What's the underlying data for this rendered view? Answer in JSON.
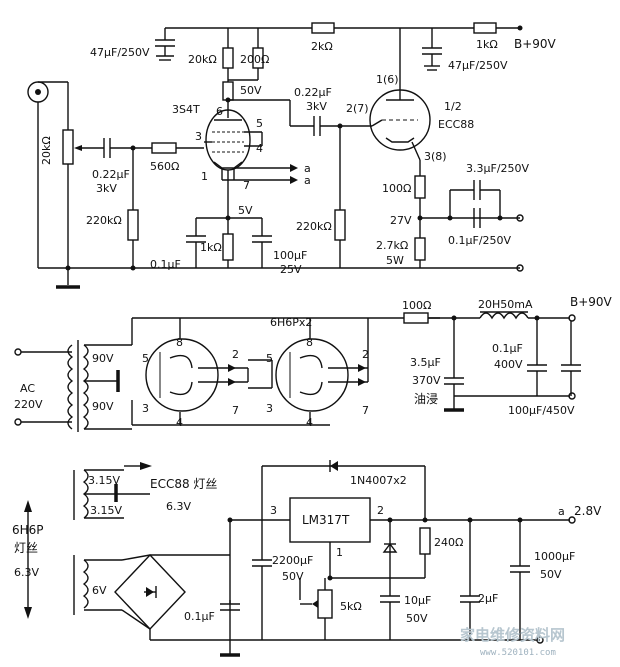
{
  "labels": {
    "c_47u_top": "47μF/250V",
    "r_20k": "20kΩ",
    "r_200": "200Ω",
    "r_2k": "2kΩ",
    "r_1k_top": "1kΩ",
    "bplus_top": "B+90V",
    "c_47u_right": "47μF/250V",
    "v_50v": "50V",
    "c_022_mid_a": "0.22μF",
    "c_022_mid_b": "3kV",
    "pin_6": "6",
    "tube_3s4t": "3S4T",
    "pin_3a": "3",
    "pin_5a": "5",
    "pin_4a": "4",
    "pin_1a": "1",
    "pin_7a": "7",
    "out_a1": "a",
    "out_a2": "a",
    "r_20k_pot": "20kΩ",
    "c_022_in_a": "0.22μF",
    "c_022_in_b": "3kV",
    "r_560": "560Ω",
    "r_220k_left": "220kΩ",
    "v_5v": "5V",
    "r_1k_cath": "1kΩ",
    "c_100u_a": "100μF",
    "c_100u_b": "25V",
    "c_01_cath": "0.1μF",
    "pin_1_6": "1(6)",
    "pin_2_7": "2(7)",
    "tube_half": "1/2",
    "tube_ecc88": "ECC88",
    "pin_3_8": "3(8)",
    "c_33u": "3.3μF/250V",
    "r_100": "100Ω",
    "v_27v": "27V",
    "r_220k_right": "220kΩ",
    "r_27k_a": "2.7kΩ",
    "r_27k_b": "5W",
    "c_01_250": "0.1μF/250V",
    "rect_title": "6H6Px2",
    "r_100_psu": "100Ω",
    "choke": "20H50mA",
    "bplus_psu": "B+90V",
    "c_35u_a": "3.5μF",
    "c_35u_b": "370V",
    "c_35u_c": "油浸",
    "c_01_400a": "0.1μF",
    "c_01_400b": "400V",
    "c_100u_450": "100μF/450V",
    "v_90a": "90V",
    "v_90b": "90V",
    "ac_a": "AC",
    "ac_b": "220V",
    "r1_p8": "8",
    "r1_p5": "5",
    "r1_p2": "2",
    "r1_p3": "3",
    "r1_p7": "7",
    "r1_p4": "4",
    "r2_p8": "8",
    "r2_p5": "5",
    "r2_p2": "2",
    "r2_p3": "3",
    "r2_p7": "7",
    "r2_p4": "4",
    "diode": "1N4007x2",
    "v_315a": "3.15V",
    "v_315b": "3.15V",
    "ecc_fil_a": "ECC88 灯丝",
    "ecc_fil_b": "6.3V",
    "reg": "LM317T",
    "reg_p3": "3",
    "reg_p2": "2",
    "reg_p1": "1",
    "r_240": "240Ω",
    "out_a": "a",
    "out_28": "2.8V",
    "h6p_a": "6H6P",
    "h6p_b": "灯丝",
    "h6p_c": "6.3V",
    "c_2200_a": "2200μF",
    "c_2200_b": "50V",
    "c_1000_a": "1000μF",
    "c_1000_b": "50V",
    "v_6v": "6V",
    "r_5k": "5kΩ",
    "c_10u_a": "10μF",
    "c_10u_b": "50V",
    "c_2u": "2μF",
    "c_01_psu": "0.1μF",
    "watermark_a": "家电维修资料网",
    "watermark_b": "www.520101.com"
  }
}
